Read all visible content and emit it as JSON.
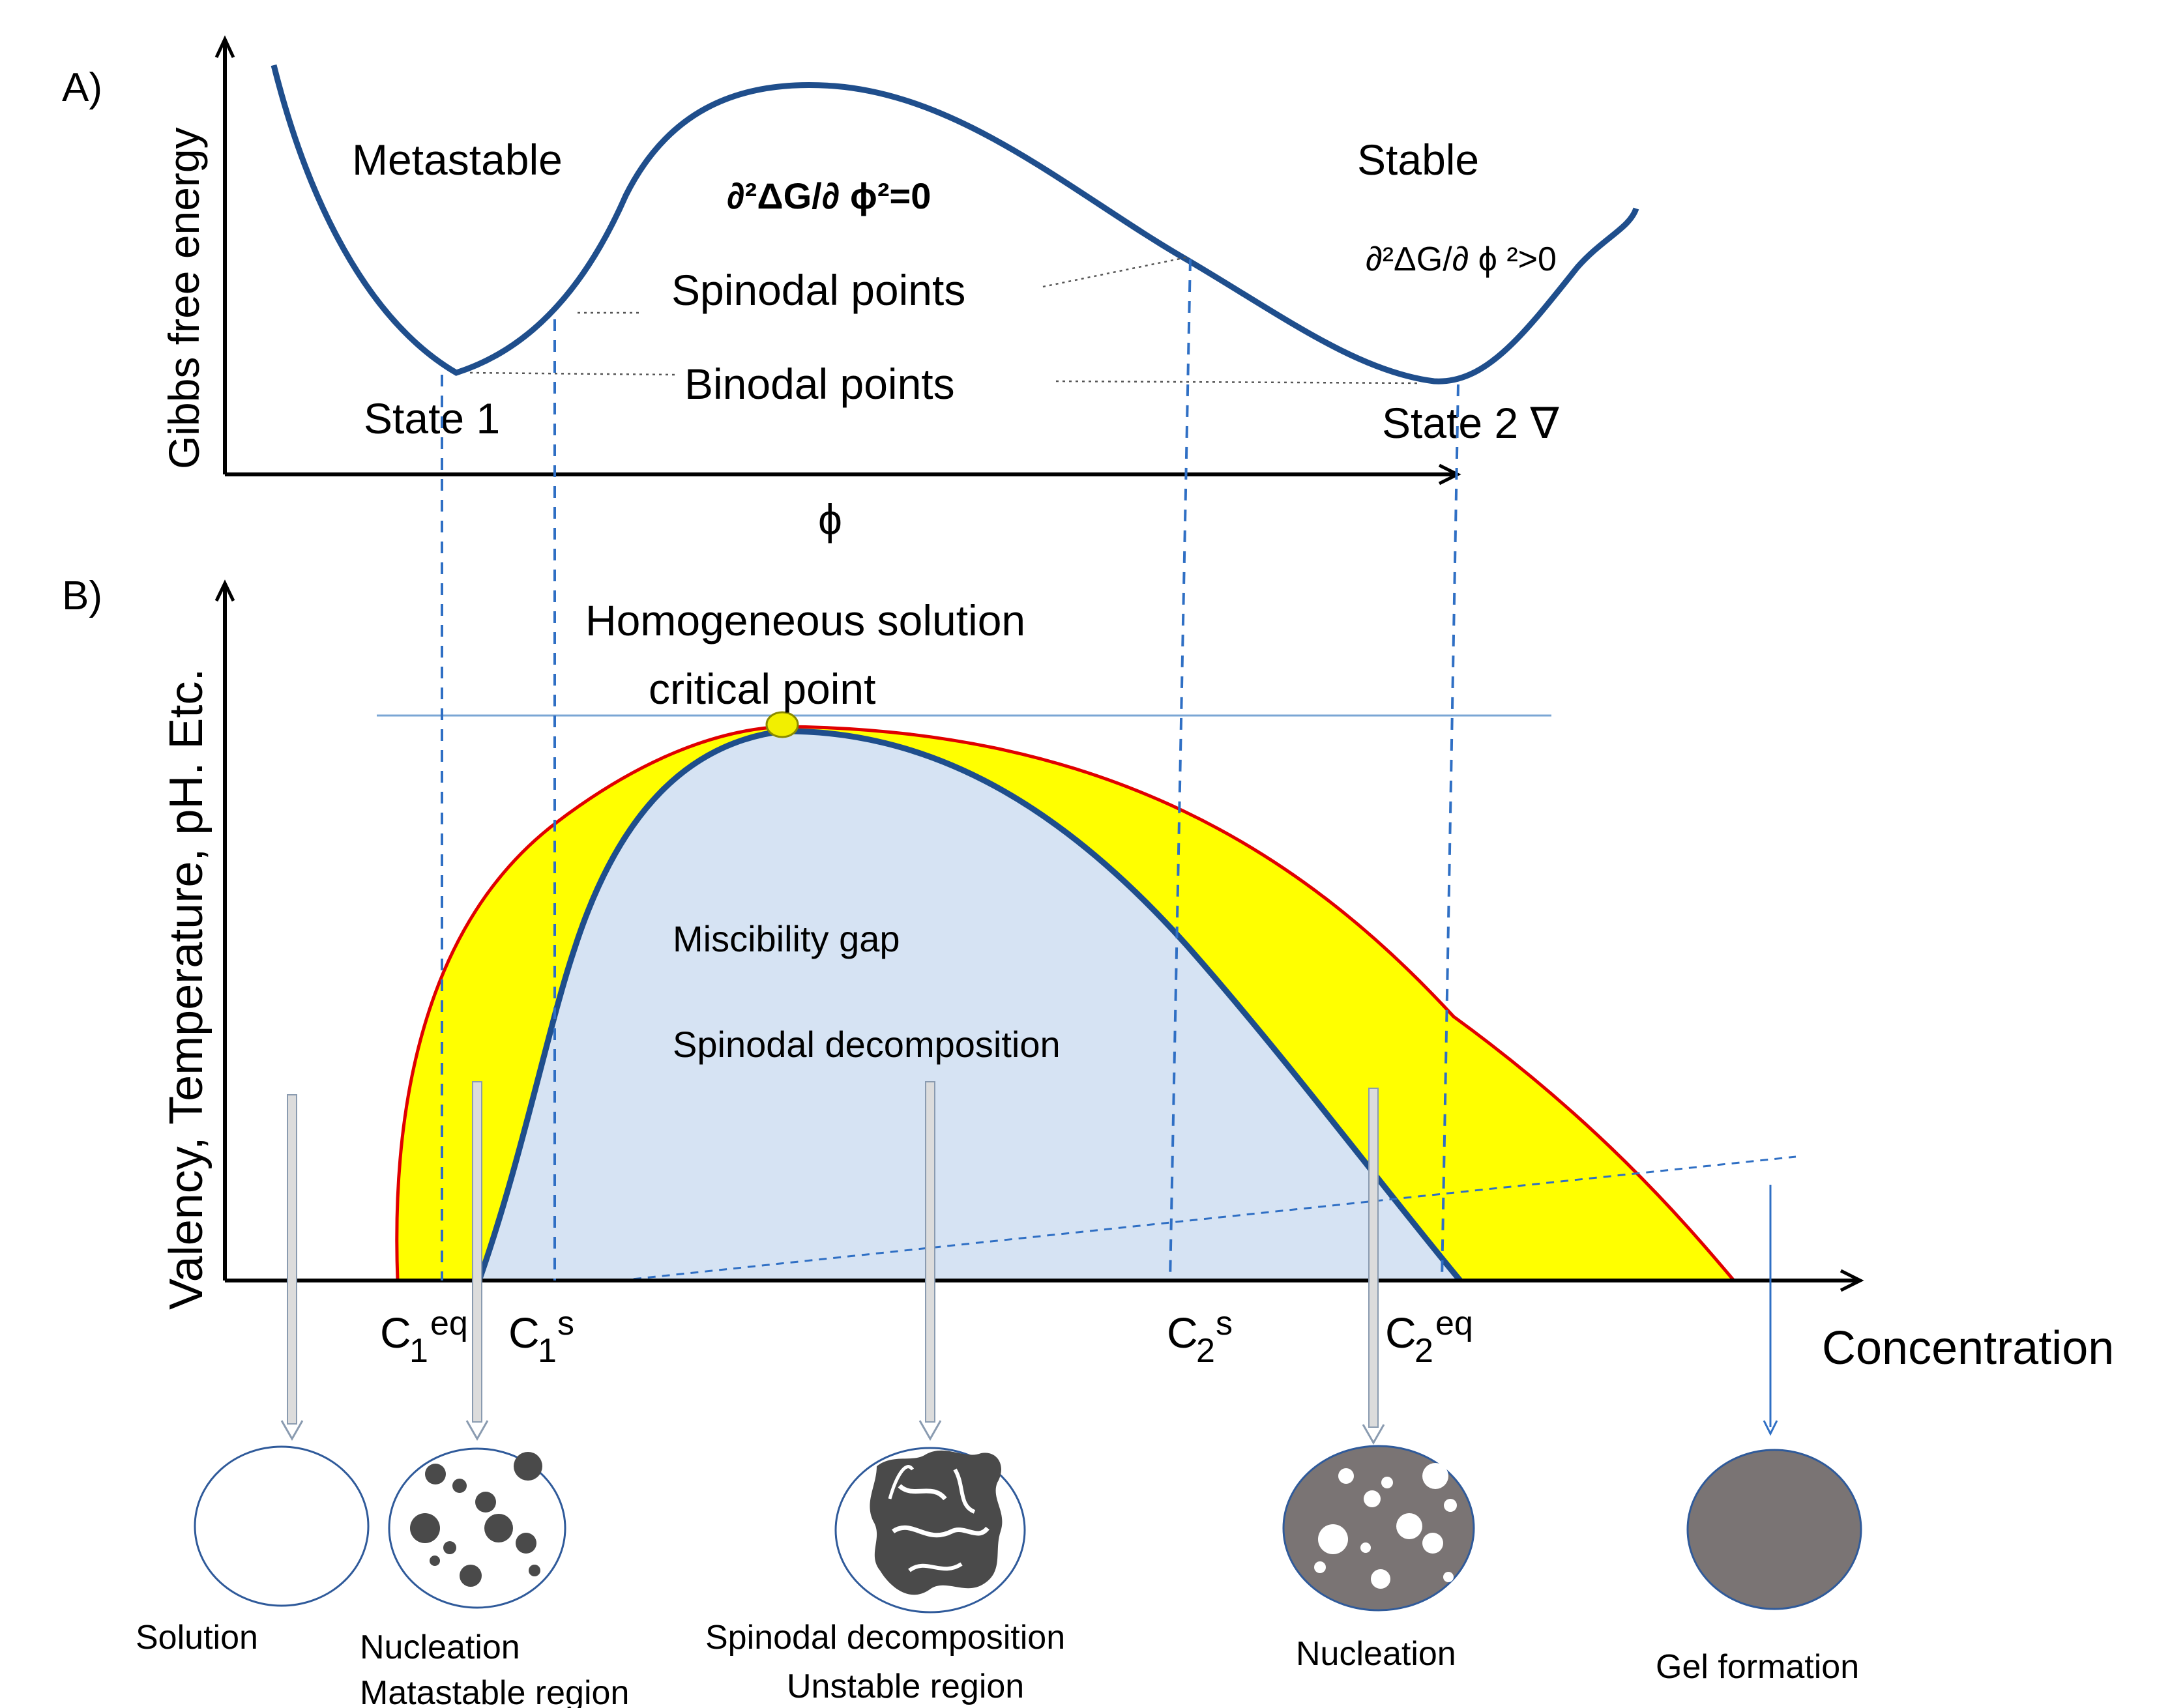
{
  "panel_a": {
    "label": "A)",
    "y_axis_label": "Gibbs free energy",
    "x_axis_label": "ϕ",
    "metastable": "Metastable",
    "stable": "Stable",
    "spinodal_condition": "∂²ΔG/∂ ϕ²=0",
    "stable_condition": "∂²ΔG/∂ ϕ ²>0",
    "spinodal_points": "Spinodal points",
    "binodal_points": "Binodal points",
    "state1": "State 1",
    "state2": "State 2 ∇"
  },
  "panel_b": {
    "label": "B)",
    "y_axis_label": "Valency, Temperature, pH. Etc.",
    "x_axis_label": "Concentration",
    "homogeneous": "Homogeneous solution",
    "critical_point": "critical point",
    "miscibility_gap": "Miscibility gap",
    "spinodal_decomposition": "Spinodal decomposition",
    "ticks": [
      {
        "base": "C",
        "sub": "1",
        "sup": "eq"
      },
      {
        "base": "C",
        "sub": "1",
        "sup": "s"
      },
      {
        "base": "C",
        "sub": "2",
        "sup": "s"
      },
      {
        "base": "C",
        "sub": "2",
        "sup": "eq"
      }
    ]
  },
  "states": {
    "solution": "Solution",
    "nucleation1_line1": "Nucleation",
    "nucleation1_line2": "Matastable region",
    "spinodal_line1": "Spinodal decomposition",
    "spinodal_line2": "Unstable region",
    "nucleation2": "Nucleation",
    "gel": "Gel formation"
  },
  "colors": {
    "curve_blue": "#1f4e8c",
    "binodal_red": "#e00000",
    "metastable_yellow": "#ffff00",
    "gap_fill": "#d6e3f3",
    "dashed_blue": "#2f6fc4",
    "critical_point": "#f2ef00",
    "gel_grey": "#7a7474",
    "droplet_dark": "#4a4a4a"
  }
}
